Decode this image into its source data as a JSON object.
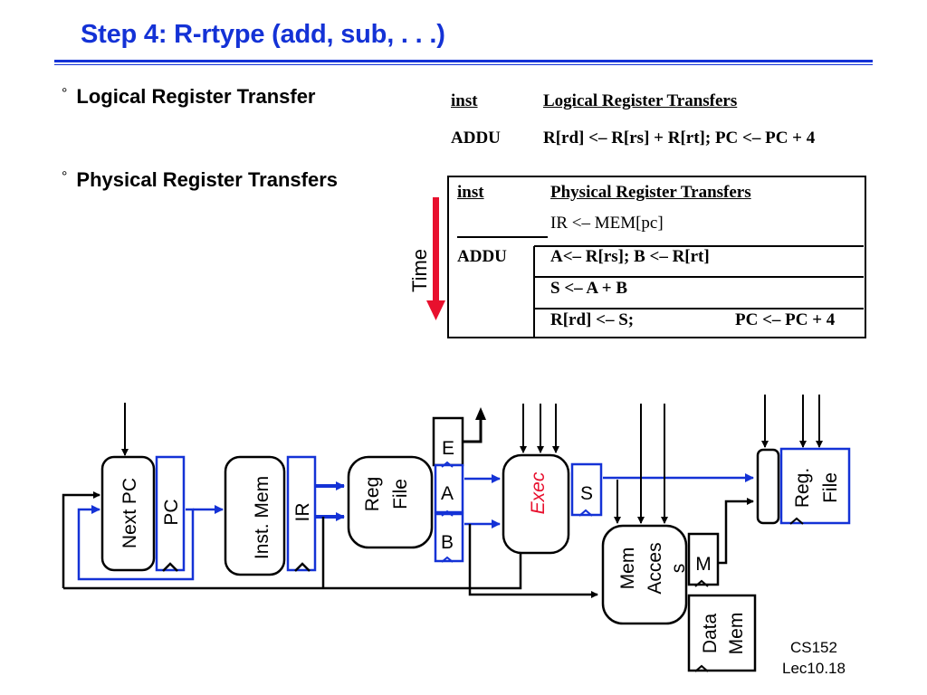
{
  "title": "Step 4: R-rtype (add, sub, . . .)",
  "bullets": [
    {
      "marker": "°",
      "text": "Logical Register Transfer"
    },
    {
      "marker": "°",
      "text": "Physical Register Transfers"
    }
  ],
  "logical_table": {
    "headers": [
      "inst",
      "Logical Register Transfers"
    ],
    "rows": [
      {
        "inst": "ADDU",
        "transfer": "R[rd] <– R[rs] + R[rt]; PC <– PC + 4"
      }
    ]
  },
  "physical_table": {
    "headers": [
      "inst",
      "Physical Register Transfers"
    ],
    "fetch": "IR <– MEM[pc]",
    "inst": "ADDU",
    "steps": [
      "A<– R[rs]; B <– R[rt]",
      "S <– A + B",
      "R[rd] <– S;",
      "PC <– PC + 4"
    ]
  },
  "time_label": "Time",
  "colors": {
    "title": "#1432d6",
    "datapath_blue": "#1432d6",
    "time_arrow": "#e8102e",
    "exec_label": "#e8102e"
  },
  "datapath": {
    "next_pc": "Next PC",
    "pc": "PC",
    "inst_mem": "Inst. Mem",
    "ir": "IR",
    "reg_file": [
      "Reg",
      "File"
    ],
    "e": "E",
    "a": "A",
    "b": "B",
    "exec": "Exec",
    "s": "S",
    "mem_access": [
      "Mem",
      "Acces",
      "s"
    ],
    "m": "M",
    "data_mem": [
      "Data",
      "Mem"
    ],
    "reg_file_wb": [
      "Reg.",
      "File"
    ]
  },
  "footer": {
    "course": "CS152",
    "lecture": "Lec10.18"
  }
}
